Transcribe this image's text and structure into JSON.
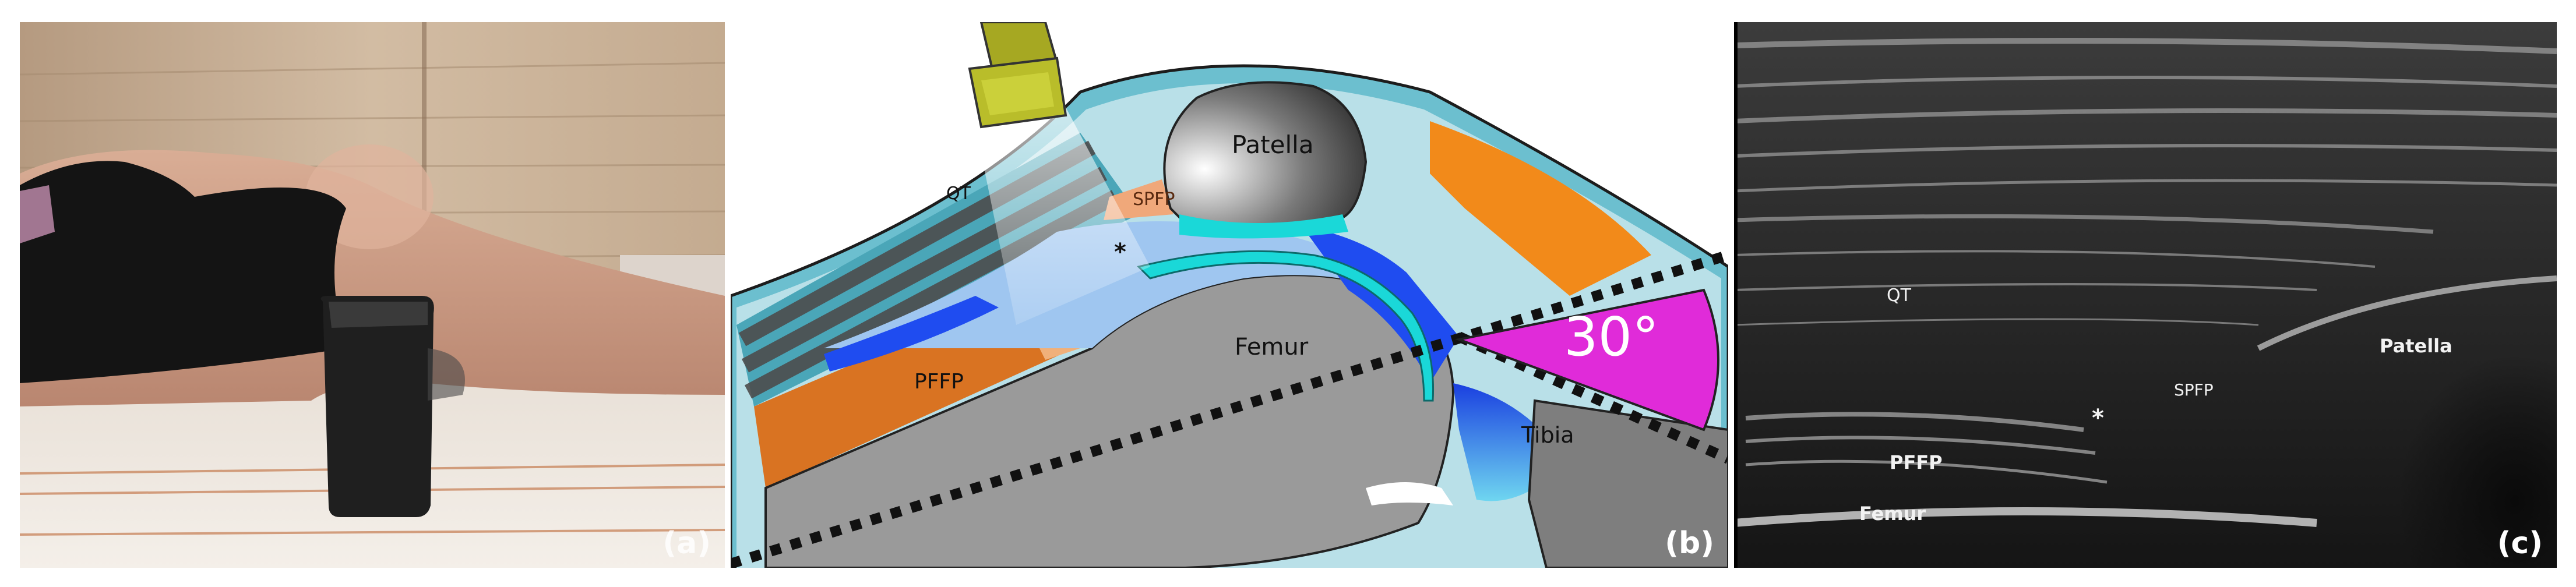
{
  "panels": {
    "a": {
      "letter": "(a)"
    },
    "b": {
      "letter": "(b)",
      "labels": {
        "patella": "Patella",
        "qt": "QT",
        "spfp": "SPFP",
        "asterisk": "*",
        "femur": "Femur",
        "pffp": "PFFP",
        "tibia": "Tibia",
        "angle": "30°"
      },
      "colors": {
        "fat_pad": "#f28a1a",
        "pffp": "#d97322",
        "femur": "#9a9a9a",
        "angle_wedge": "#e02bd9",
        "effusion": "#1f4cf0",
        "tendon": "#52b7c8",
        "cartilage": "#1ad8d8",
        "probe": "#b9bd2a"
      }
    },
    "c": {
      "letter": "(c)",
      "labels": {
        "qt": "QT",
        "patella": "Patella",
        "spfp": "SPFP",
        "asterisk": "*",
        "pffp": "PFFP",
        "femur": "Femur"
      }
    }
  }
}
